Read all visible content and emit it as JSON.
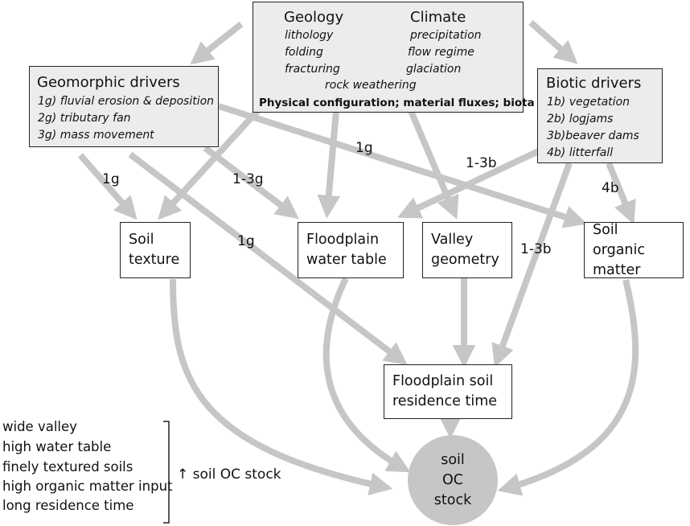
{
  "geology_climate": {
    "geology_heading": "Geology",
    "climate_heading": "Climate",
    "geology_items": [
      "lithology",
      "folding",
      "fracturing"
    ],
    "climate_items": [
      "precipitation",
      "flow regime",
      "glaciation"
    ],
    "shared_item": "rock weathering",
    "summary": "Physical configuration; material fluxes; biota"
  },
  "geomorphic": {
    "title": "Geomorphic drivers",
    "items": [
      "1g) fluvial erosion & deposition",
      "2g) tributary fan",
      "3g) mass movement"
    ]
  },
  "biotic": {
    "title": "Biotic drivers",
    "items": [
      "1b) vegetation",
      "2b) logjams",
      "3b)beaver dams",
      "4b) litterfall"
    ]
  },
  "nodes": {
    "soil_texture": [
      "Soil",
      "texture"
    ],
    "floodplain_water_table": [
      "Floodplain",
      "water table"
    ],
    "valley_geometry": [
      "Valley",
      "geometry"
    ],
    "soil_organic_matter": [
      "Soil organic",
      "matter"
    ],
    "residence_time": [
      "Floodplain soil",
      "residence time"
    ],
    "soil_oc_stock": [
      "soil",
      "OC",
      "stock"
    ]
  },
  "edge_labels": {
    "geo_to_texture": "1g",
    "geo_to_watertable": "1-3g",
    "geo_to_residence": "1g",
    "geo_to_organic": "1g",
    "bio_to_watertable": "1-3b",
    "bio_to_residence": "1-3b",
    "bio_to_organic": "4b"
  },
  "conditions": [
    "wide valley",
    "high water table",
    "finely textured soils",
    "high organic matter input",
    "long residence time"
  ],
  "effect_label": "↑ soil OC stock",
  "colors": {
    "arrow": "#c6c6c6",
    "box_fill": "#ececec",
    "circle_fill": "#c6c6c6",
    "border": "#222222"
  }
}
